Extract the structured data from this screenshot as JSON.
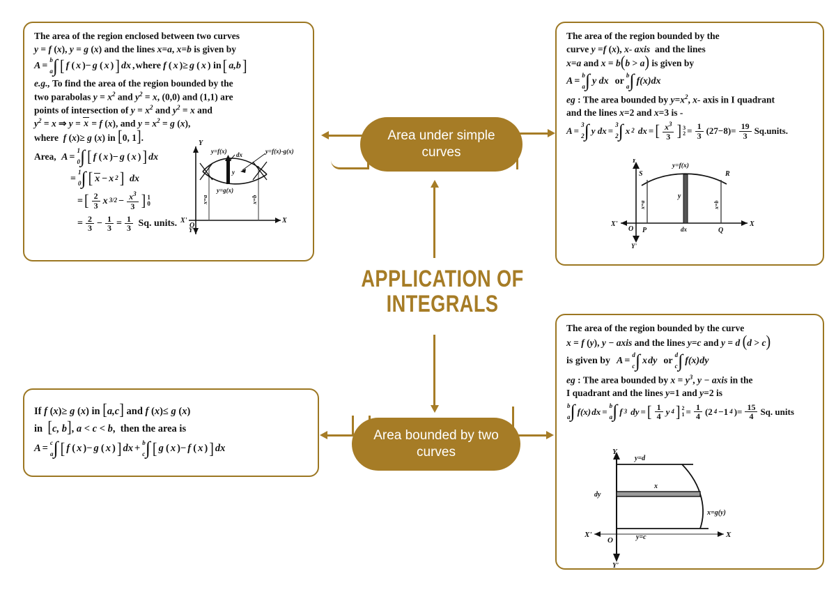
{
  "title": {
    "line1": "APPLICATION OF",
    "line2": "INTEGRALS"
  },
  "colors": {
    "gold": "#a67c26",
    "border": "#9c7722",
    "background": "#ffffff",
    "text": "#121212"
  },
  "nodes": {
    "top": {
      "label": "Area under simple curves"
    },
    "bottom": {
      "label": "Area bounded by two curves"
    }
  },
  "boxes": {
    "top_left": {
      "lines": [
        "The area of the region enclosed between two curves",
        "y = f (x), y = g (x) and the lines x=a, x=b is given by",
        "A = ∫ [ f (x) − g (x) ] dx, where f (x) ≥ g (x) in [a,b]",
        "e.g., To find the area of the region bounded by the",
        "two parabolas y = x² and y² = x, (0,0) and (1,1) are",
        "points of intersection of y = x² and y² = x and",
        "y² = x ⇒ y = √x = f (x), and y = x² = g (x),",
        "where f (x) ≥ g (x) in [0, 1]."
      ],
      "derivation": {
        "label": "Area,",
        "step1": "A = ∫₀¹ [ f (x) − g (x) ] dx",
        "step2": "= ∫₀¹ [ √x − x² ] dx",
        "step3": "= [ (2/3) x^(3/2) − x³/3 ]₀¹",
        "step4": "= 2/3 − 1/3 = 1/3  Sq. units."
      },
      "figure": {
        "axis_x_left": "X'",
        "axis_x_right": "X",
        "axis_y_top": "Y",
        "axis_y_bottom": "Y'",
        "origin": "O",
        "labels": [
          "y=f(x)",
          "y=g(x)",
          "y=f(x)−g(x)",
          "dx",
          "y",
          "x=a",
          "x=b"
        ]
      }
    },
    "top_right": {
      "lines": [
        "The area of the region bounded by the",
        "curve y = f (x), x- axis and the lines",
        "x=a and x = b (b > a) is given by",
        "A = ∫ₐᵇ y dx  or  ∫ₐᵇ f(x)dx",
        "eg : The area bounded by y=x², x- axis in I quadrant",
        "and the lines x=2 and x=3 is -",
        "A = ∫₂³ y dx = ∫₂³ x² dx = [ x³/3 ]₂³ = (1/3)(27−8) = 19/3  Sq.units."
      ],
      "figure": {
        "axis_x_left": "X'",
        "axis_x_right": "X",
        "axis_y_top": "Y",
        "axis_y_bottom": "Y'",
        "origin": "O",
        "labels": [
          "y=f(x)",
          "S",
          "R",
          "P",
          "Q",
          "dx",
          "y",
          "x=a",
          "x=b"
        ]
      }
    },
    "bottom_left": {
      "lines": [
        "If f (x) ≥ g (x) in [a,c] and f (x) ≤ g (x)",
        "in [c, b], a < c < b,  then the area is",
        "A = ∫ₐᶜ [ f (x) − g (x) ] dx + ∫꜀ᵇ [ g (x) − f (x) ] dx"
      ]
    },
    "bottom_right": {
      "lines": [
        "The area of the region bounded by the curve",
        "x = f (y), y − axis and the lines y=c and y = d (d > c)",
        "is given by A = ∫꜀ᵈ x dy  or  ∫꜀ᵈ f(x)dy",
        "eg : The area bounded by x = y³, y − axis in the",
        "I quadrant and the lines y=1 and y=2 is",
        "∫ₐᵇ f(x) dx = ∫ₐᵇ f³ dy = [ (1/4) y⁴ ]₁² = (1/4)(2⁴−1⁴) = 15/4  Sq. units"
      ],
      "figure": {
        "axis_x_left": "X'",
        "axis_x_right": "X",
        "axis_y_top": "Y",
        "axis_y_bottom": "Y'",
        "origin": "O",
        "labels": [
          "y=d",
          "y=c",
          "x",
          "dy",
          "x=g(y)"
        ]
      }
    }
  }
}
